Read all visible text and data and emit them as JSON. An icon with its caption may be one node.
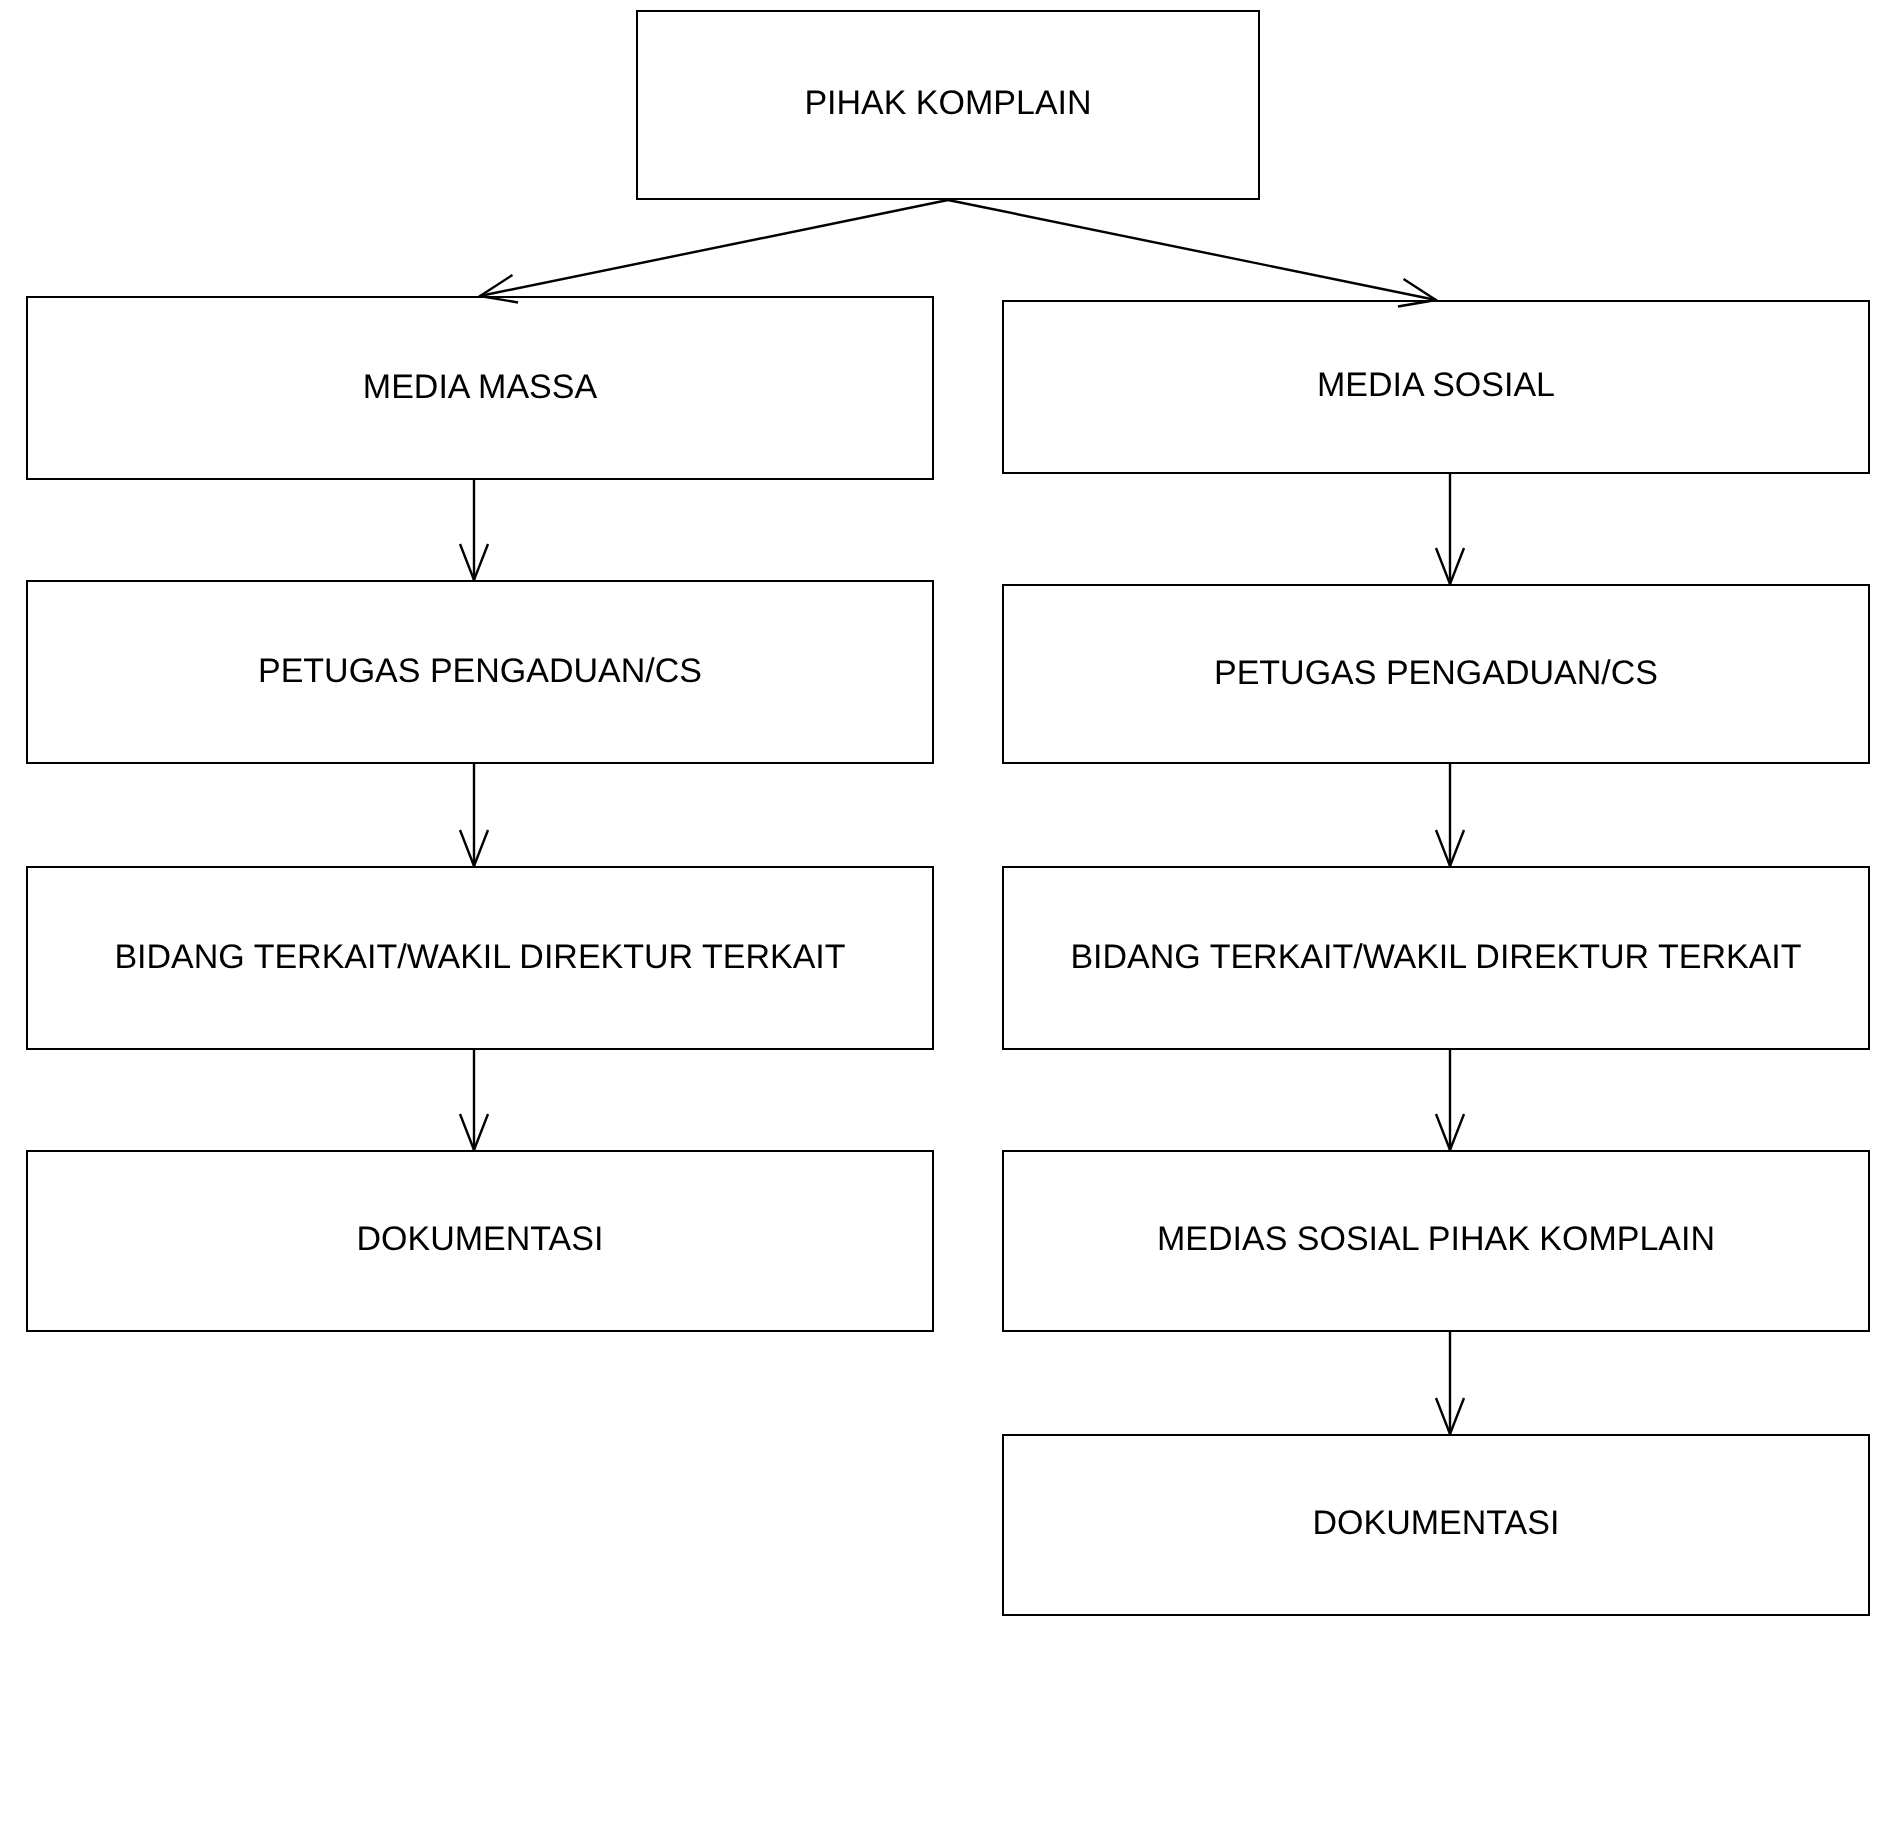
{
  "diagram": {
    "nodes": [
      {
        "text": [
          "PIHAK KOMPLAIN"
        ]
      },
      {
        "text": [
          "MEDIA MASSA"
        ]
      },
      {
        "text": [
          "MEDIA SOSIAL"
        ]
      },
      {
        "text": [
          "PETUGAS PENGADUAN/CS"
        ]
      },
      {
        "text": [
          "PETUGAS PENGADUAN/CS"
        ]
      },
      {
        "text": [
          "BIDANG TERKAIT/WAKIL DIREKTUR TERKAIT"
        ]
      },
      {
        "text": [
          "BIDANG TERKAIT/WAKIL DIREKTUR TERKAIT"
        ]
      },
      {
        "text": [
          "DOKUMENTASI"
        ]
      },
      {
        "text": [
          "MEDIAS SOSIAL PIHAK KOMPLAIN"
        ]
      },
      {
        "text": [
          "DOKUMENTASI"
        ]
      }
    ],
    "edges": [
      {
        "from": 0,
        "to": 1,
        "arrow": "to"
      },
      {
        "from": 0,
        "to": 2,
        "arrow": "to"
      },
      {
        "from": 1,
        "to": 3,
        "arrow": "to"
      },
      {
        "from": 2,
        "to": 4,
        "arrow": "to"
      },
      {
        "from": 3,
        "to": 5,
        "arrow": "to"
      },
      {
        "from": 4,
        "to": 6,
        "arrow": "to"
      },
      {
        "from": 5,
        "to": 7,
        "arrow": "to"
      },
      {
        "from": 6,
        "to": 8,
        "arrow": "to"
      },
      {
        "from": 8,
        "to": 9,
        "arrow": "to"
      }
    ]
  }
}
